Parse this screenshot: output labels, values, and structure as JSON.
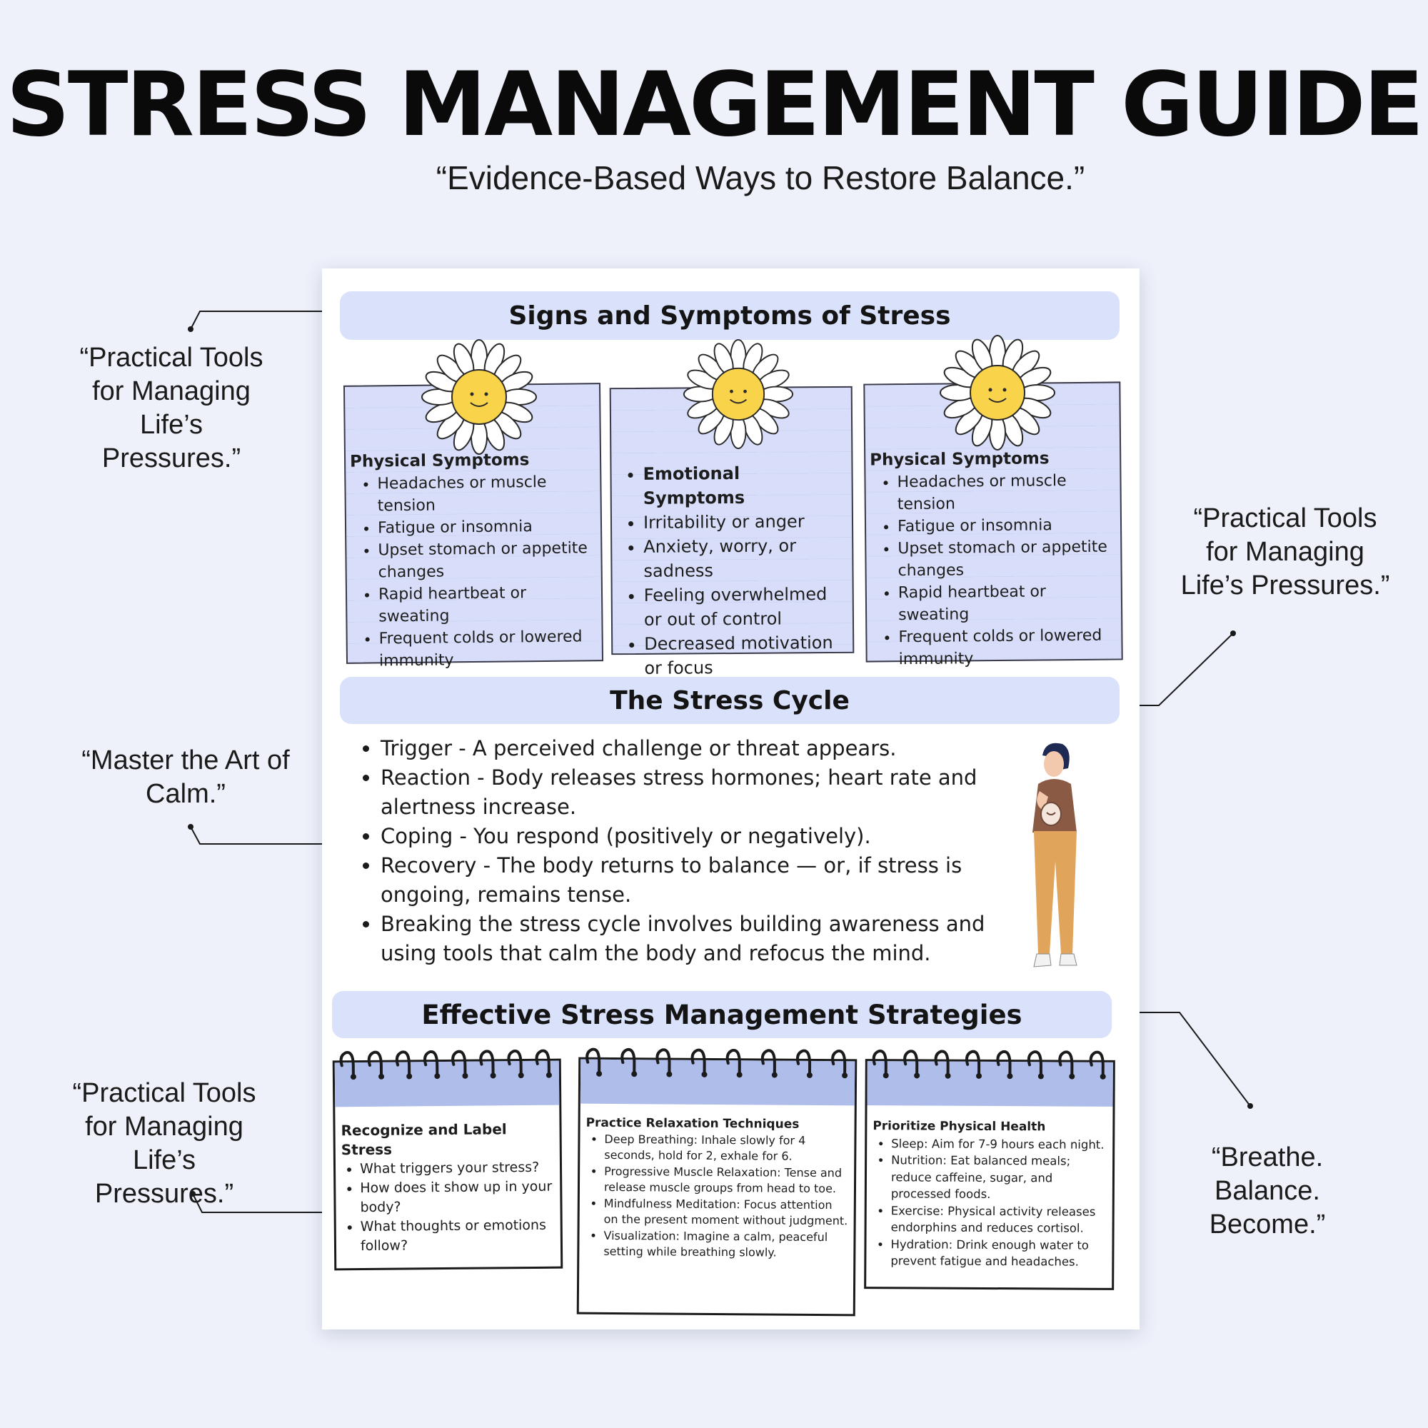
{
  "title": "STRESS MANAGEMENT GUIDE",
  "subtitle": "“Evidence-Based Ways to Restore Balance.”",
  "side_quotes": {
    "left_top": "“Practical Tools for Managing Life’s Pressures.”",
    "right_top": "“Practical Tools for Managing Life’s Pressures.”",
    "left_middle": "“Master the Art of Calm.”",
    "left_bottom": "“Practical Tools for Managing Life’s Pressures.”",
    "right_bottom": "“Breathe. Balance. Become.”"
  },
  "signs_section": {
    "heading": "Signs and Symptoms of Stress",
    "cards": [
      {
        "heading": "Physical Symptoms",
        "items": [
          "Headaches or muscle tension",
          "Fatigue or insomnia",
          "Upset stomach or appetite changes",
          "Rapid heartbeat or sweating",
          "Frequent colds or lowered immunity"
        ]
      },
      {
        "heading": "Emotional Symptoms",
        "items": [
          "Irritability or anger",
          "Anxiety, worry, or sadness",
          "Feeling overwhelmed or out of control",
          "Decreased motivation or focus"
        ]
      },
      {
        "heading": "Physical Symptoms",
        "items": [
          "Headaches or muscle tension",
          "Fatigue or insomnia",
          "Upset stomach or appetite changes",
          "Rapid heartbeat or sweating",
          "Frequent colds or lowered immunity"
        ]
      }
    ]
  },
  "cycle_section": {
    "heading": "The Stress Cycle",
    "items": [
      "Trigger - A perceived challenge or threat appears.",
      "Reaction - Body releases stress hormones; heart rate and alertness increase.",
      "Coping - You respond (positively or negatively).",
      "Recovery - The body returns to balance — or, if stress is ongoing, remains tense.",
      "Breaking the stress cycle involves building awareness and using tools that calm the body and refocus the mind."
    ]
  },
  "strategies_section": {
    "heading": "Effective Stress Management Strategies",
    "pads": [
      {
        "title": "Recognize and Label Stress",
        "items": [
          "What triggers your stress?",
          "How does it show up in your body?",
          "What thoughts or emotions follow?"
        ]
      },
      {
        "title": "Practice Relaxation Techniques",
        "items": [
          "Deep Breathing: Inhale slowly for 4 seconds, hold for 2, exhale for 6.",
          "Progressive Muscle Relaxation: Tense and release muscle groups from head to toe.",
          "Mindfulness Meditation: Focus attention on the present moment without judgment.",
          "Visualization: Imagine a calm, peaceful setting while breathing slowly."
        ]
      },
      {
        "title": "Prioritize Physical Health",
        "items": [
          "Sleep: Aim for 7-9 hours each night.",
          "Nutrition: Eat balanced meals; reduce caffeine, sugar, and processed foods.",
          "Exercise: Physical activity releases endorphins and reduces cortisol.",
          "Hydration: Drink enough water to prevent fatigue and headaches."
        ]
      }
    ]
  },
  "icons": {
    "flower": "daisy-flower-icon",
    "person": "stressed-person-illustration",
    "spiral": "notepad-spiral-rings"
  },
  "colors": {
    "background": "#eef1fa",
    "banner": "#d9e1fb",
    "note": "#d8def9",
    "pad_band": "#aebde9",
    "flower_center": "#f9d34a"
  }
}
